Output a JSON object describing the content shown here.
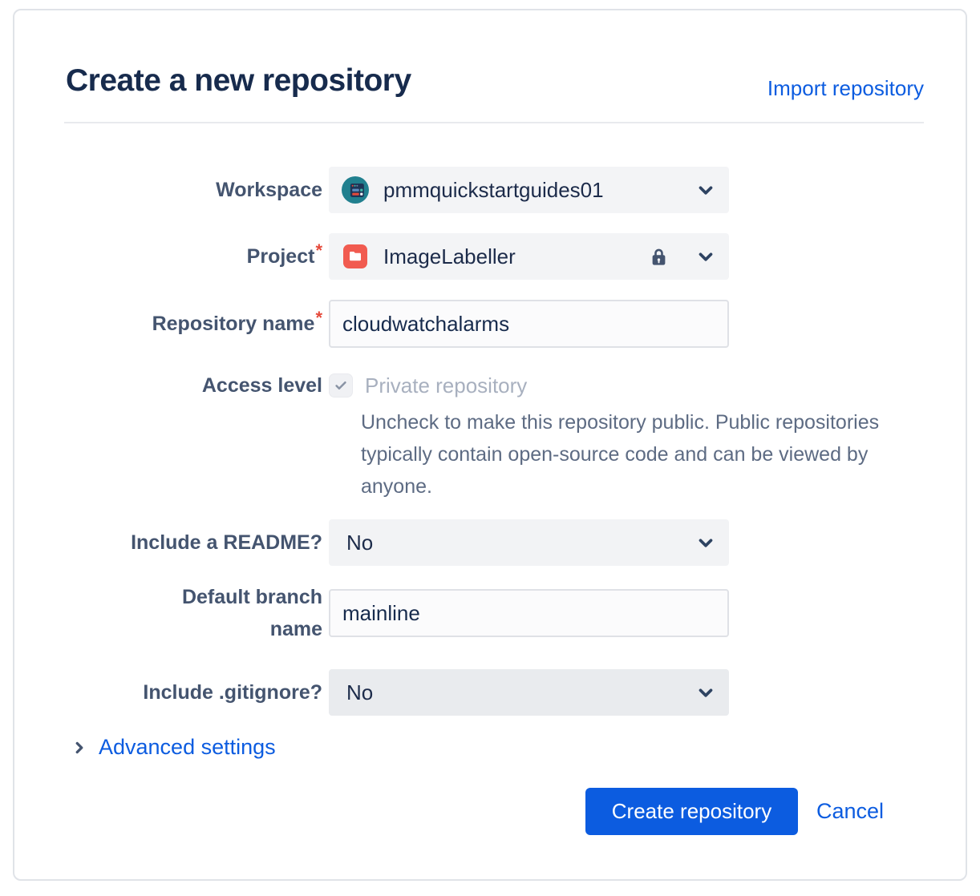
{
  "dialog": {
    "title": "Create a new repository",
    "import_link": "Import repository"
  },
  "form": {
    "workspace": {
      "label": "Workspace",
      "value": "pmmquickstartguides01"
    },
    "project": {
      "label": "Project",
      "required": "*",
      "value": "ImageLabeller",
      "locked": true
    },
    "repository_name": {
      "label": "Repository name",
      "required": "*",
      "value": "cloudwatchalarms"
    },
    "access_level": {
      "label": "Access level",
      "checkbox_label": "Private repository",
      "checked": true,
      "disabled": true,
      "help_text": "Uncheck to make this repository public. Public repositories typically contain open-source code and can be viewed by anyone."
    },
    "include_readme": {
      "label": "Include a README?",
      "value": "No"
    },
    "default_branch": {
      "label": "Default branch name",
      "value": "mainline"
    },
    "include_gitignore": {
      "label": "Include .gitignore?",
      "value": "No"
    },
    "advanced_settings": {
      "label": "Advanced settings"
    }
  },
  "actions": {
    "create": "Create repository",
    "cancel": "Cancel"
  },
  "icons": {
    "workspace_avatar": "workspace-avatar",
    "project_folder": "folder-icon",
    "lock": "lock-icon",
    "chevron_down": "chevron-down-icon",
    "chevron_right": "chevron-right-icon",
    "checkbox_check": "check-icon"
  },
  "colors": {
    "accent_blue": "#0C5CE0",
    "title_navy": "#172B4D",
    "label_slate": "#44546F",
    "avatar_teal": "#21808F",
    "project_red": "#F15B50",
    "required_red": "#E5493A",
    "disabled_text": "#A8B0BF"
  }
}
